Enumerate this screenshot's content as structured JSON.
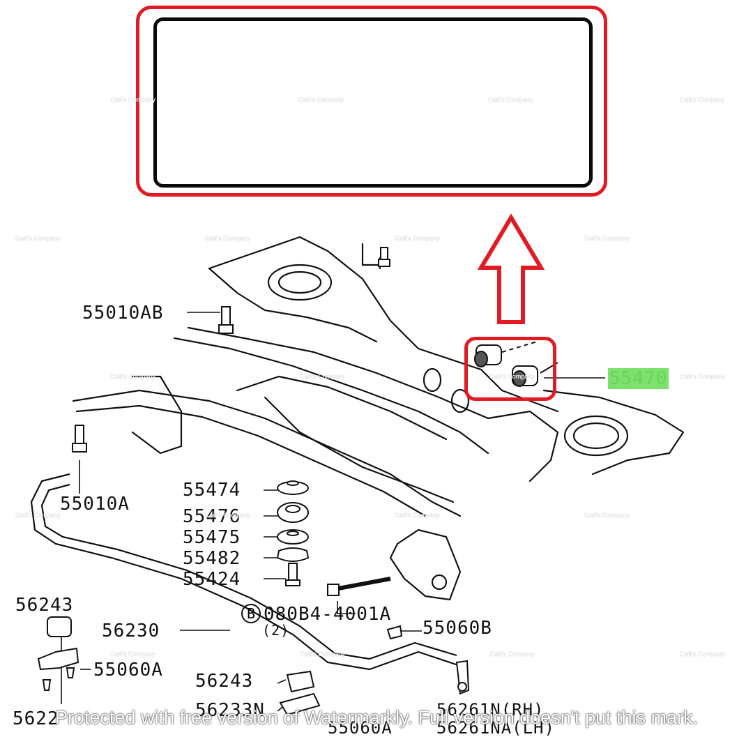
{
  "inset": {
    "watermark_labels": [
      "Caili's Company",
      "Caili's Company"
    ]
  },
  "parts": {
    "p55010AB": "55010AB",
    "p55010A": "55010A",
    "p55470": "55470",
    "p55474": "55474",
    "p55476": "55476",
    "p55475": "55475",
    "p55482": "55482",
    "p55424": "55424",
    "p08B4": "080B4-4001A",
    "p08B4_circle": "B",
    "p08B4_qty": "(2)",
    "p56243_left": "56243",
    "p56230": "56230",
    "p55060B": "55060B",
    "p55060A": "55060A",
    "p56243_mid": "56243",
    "p56233N": "56233N",
    "p56261N": "56261N(RH)",
    "p56261NA": "56261NA(LH)",
    "p5622": "5622",
    "p55060A_bottom": "55060A"
  },
  "watermarks": {
    "grid_label": "Caili's Company",
    "footer": "Protected with free version of Watermarkly. Full version doesn't put this mark."
  },
  "colors": {
    "accent_red": "#e01b24",
    "highlight_green": "#7be36c",
    "bushing_dark": "#3a3d42"
  }
}
